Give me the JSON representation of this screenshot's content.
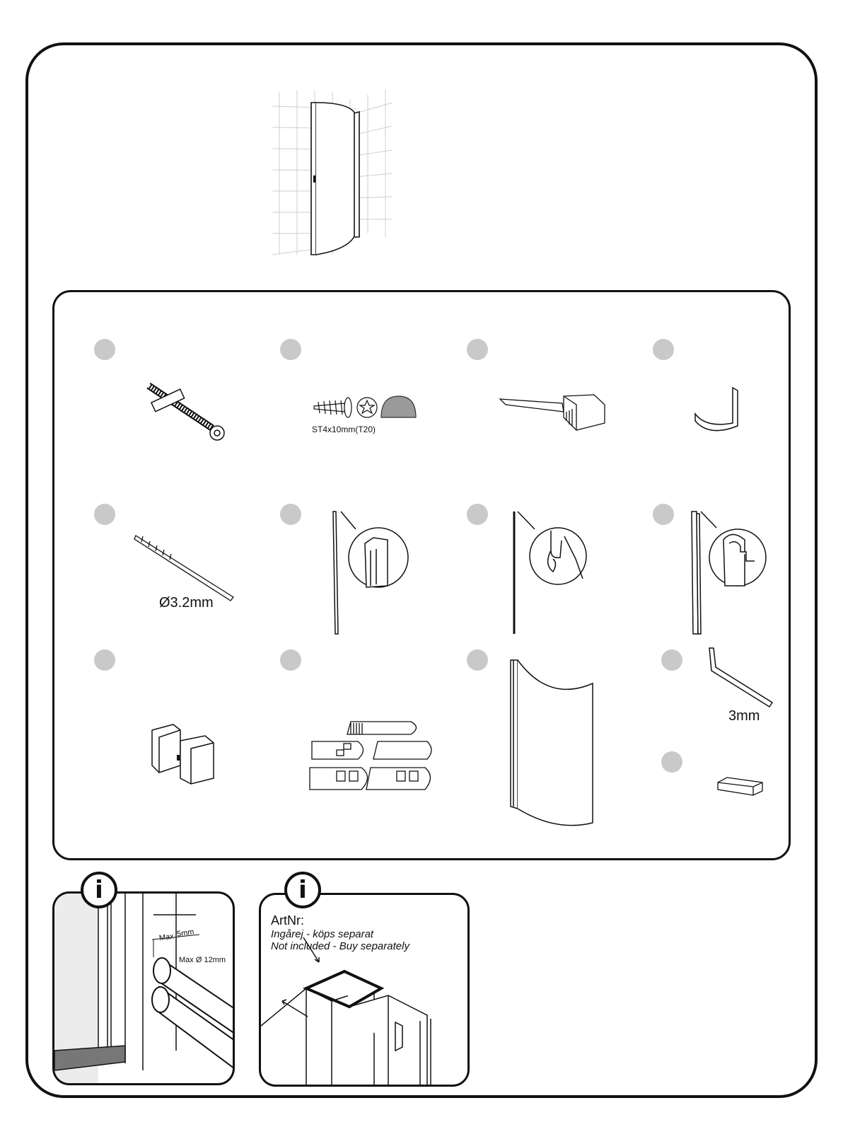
{
  "labels": {
    "screw": "ST4x10mm(T20)",
    "drill": "Ø3.2mm",
    "hex_key": "3mm"
  },
  "info_left": {
    "icon": "i",
    "max_label": "Max",
    "max_value": "5mm",
    "diameter_label": "Max Ø 12mm"
  },
  "info_right": {
    "icon": "i",
    "art_nr": "ArtNr:",
    "line_sv": "Ingårej - köps separat",
    "line_en": "Not included - Buy separately"
  },
  "colors": {
    "badge": "#c9c9c9",
    "line": "#111111"
  }
}
